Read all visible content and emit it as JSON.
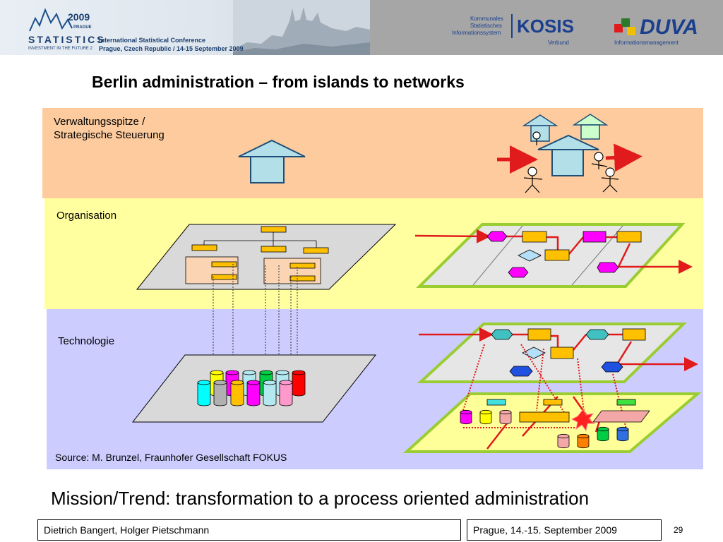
{
  "header": {
    "conf_year": "2009",
    "conf_prague": "PRAGUE",
    "conf_name": "STATISTICS",
    "conf_tagline": "INVESTMENT IN THE FUTURE 2",
    "conf_title_line1": "International Statistical Conference",
    "conf_title_line2": "Prague, Czech Republic / 14-15 September 2009",
    "kosis_small_1": "Kommunales",
    "kosis_small_2": "Statistisches",
    "kosis_small_3": "Informationssystem",
    "kosis_name": "KOSIS",
    "kosis_sub": "Verbund",
    "duva_name": "DUVA",
    "duva_sub": "Informationsmanagement"
  },
  "slide": {
    "title": "Berlin administration – from islands to networks",
    "band_top_label_1": "Verwaltungsspitze /",
    "band_top_label_2": "Strategische Steuerung",
    "band_mid_label": "Organisation",
    "band_bottom_label": "Technologie",
    "source": "Source: M. Brunzel, Fraunhofer Gesellschaft FOKUS",
    "mission": "Mission/Trend: transformation to a process oriented administration"
  },
  "footer": {
    "authors": "Dietrich Bangert, Holger Pietschmann",
    "place_date": "Prague, 14.-15. September 2009",
    "page_number": "29"
  },
  "colors": {
    "band_top": "#fdcb9d",
    "band_mid": "#ffff9f",
    "band_bottom": "#ccccff",
    "arrow_red": "#e11b1b",
    "plane_green": "#9acd32"
  }
}
